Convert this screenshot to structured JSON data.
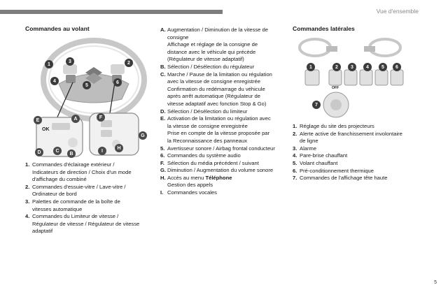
{
  "header": {
    "section_title": "Vue d'ensemble",
    "page_number": "5"
  },
  "left": {
    "title": "Commandes au volant",
    "figure": {
      "numbers": [
        "1",
        "2",
        "3",
        "4",
        "5",
        "6"
      ],
      "letters": [
        "A",
        "B",
        "C",
        "D",
        "E",
        "F",
        "G",
        "H",
        "I"
      ],
      "ok_label": "OK"
    },
    "items": [
      {
        "marker": "1.",
        "lines": [
          "Commandes d'éclairage extérieur /",
          "Indicateurs de direction / Choix d'un mode",
          "d'affichage du combiné"
        ]
      },
      {
        "marker": "2.",
        "lines": [
          "Commandes d'essuie-vitre / Lave-vitre /",
          "Ordinateur de bord"
        ]
      },
      {
        "marker": "3.",
        "lines": [
          "Palettes de commande de la boîte de",
          "vitesses automatique"
        ]
      },
      {
        "marker": "4.",
        "lines": [
          "Commandes du Limiteur de vitesse /",
          "Régulateur de vitesse / Régulateur de vitesse",
          "adaptatif"
        ]
      }
    ]
  },
  "middle": {
    "items": [
      {
        "marker": "A.",
        "lines": [
          "Augmentation / Diminution de la vitesse de",
          "consigne",
          "Affichage et réglage de la consigne de",
          "distance avec le véhicule qui précède",
          "(Régulateur de vitesse adaptatif)"
        ]
      },
      {
        "marker": "B.",
        "lines": [
          "Sélection / Désélection du régulateur"
        ]
      },
      {
        "marker": "C.",
        "lines": [
          "Marche / Pause de la limitation ou régulation",
          "avec la vitesse de consigne enregistrée",
          "Confirmation du redémarrage du véhicule",
          "après arrêt automatique (Régulateur de",
          "vitesse adaptatif avec fonction Stop & Go)"
        ]
      },
      {
        "marker": "D.",
        "lines": [
          "Sélection / Désélection du limiteur"
        ]
      },
      {
        "marker": "E.",
        "lines": [
          "Activation de la limitation ou régulation avec",
          "la vitesse de consigne enregistrée",
          "Prise en compte de la vitesse proposée par",
          "la Reconnaissance des panneaux"
        ]
      },
      {
        "marker": "5.",
        "lines": [
          "Avertisseur sonore / Airbag frontal conducteur"
        ]
      },
      {
        "marker": "6.",
        "lines": [
          "Commandes du système audio"
        ]
      },
      {
        "marker": "F.",
        "lines": [
          "Sélection du média précédent / suivant"
        ]
      },
      {
        "marker": "G.",
        "lines": [
          "Diminution / Augmentation du volume sonore"
        ]
      },
      {
        "marker": "H.",
        "lines": [
          "Accès au menu "
        ],
        "bold_word": "Téléphone",
        "extra_lines": [
          "Gestion des appels"
        ]
      },
      {
        "marker": "I.",
        "lines": [
          "Commandes vocales"
        ]
      }
    ]
  },
  "right": {
    "title": "Commandes latérales",
    "figure": {
      "numbers": [
        "1",
        "2",
        "3",
        "4",
        "5",
        "6",
        "7"
      ],
      "off_label": "OFF"
    },
    "items": [
      {
        "marker": "1.",
        "lines": [
          "Réglage du site des projecteurs"
        ]
      },
      {
        "marker": "2.",
        "lines": [
          "Alerte active de franchissement involontaire",
          "de ligne"
        ]
      },
      {
        "marker": "3.",
        "lines": [
          "Alarme"
        ]
      },
      {
        "marker": "4.",
        "lines": [
          "Pare-brise chauffant"
        ]
      },
      {
        "marker": "5.",
        "lines": [
          "Volant chauffant"
        ]
      },
      {
        "marker": "6.",
        "lines": [
          "Pré-conditionnement thermique"
        ]
      },
      {
        "marker": "7.",
        "lines": [
          "Commandes de l'affichage tête haute"
        ]
      }
    ]
  }
}
